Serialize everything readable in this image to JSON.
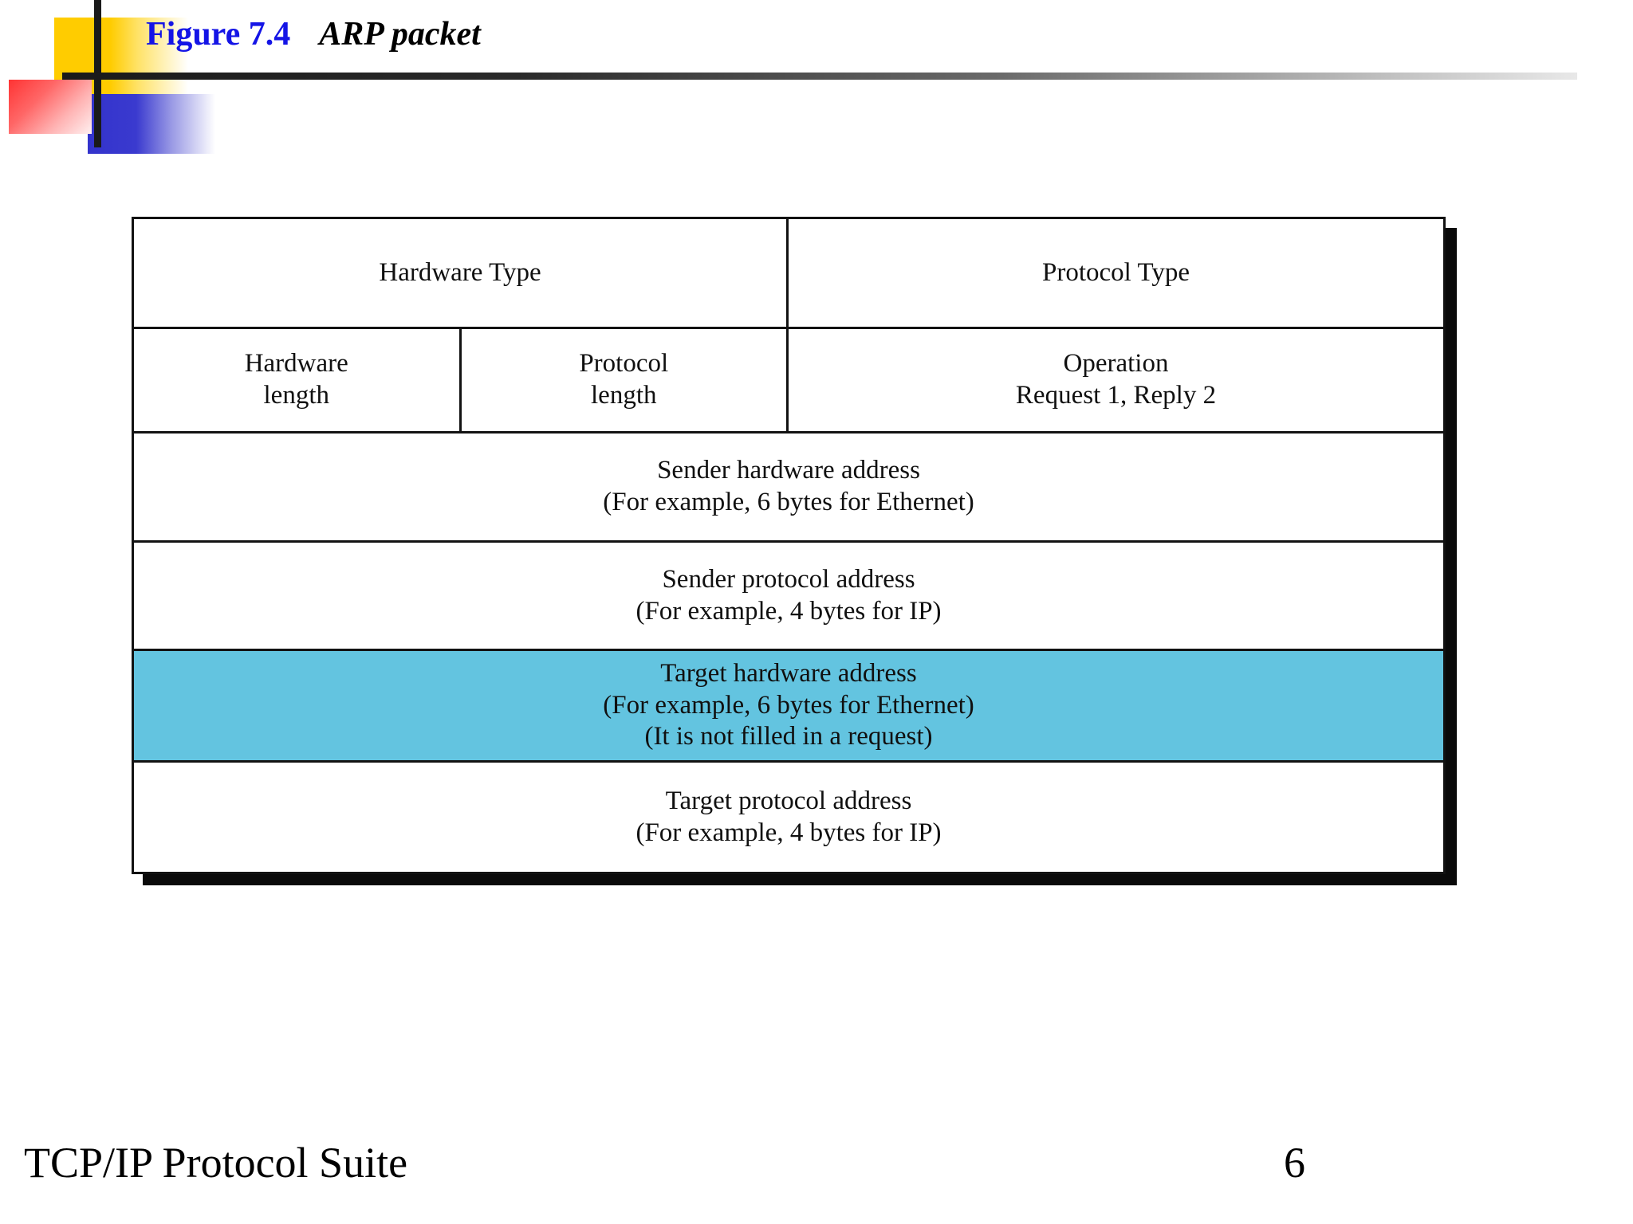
{
  "figure": {
    "label": "Figure 7.4",
    "name": "ARP packet",
    "label_color": "#1414E6"
  },
  "ornament": {
    "yellow_icon": "yellow-square",
    "blue_icon": "blue-square",
    "red_icon": "red-square",
    "vertical_rule_icon": "vertical-rule",
    "horizontal_rule_icon": "horizontal-rule",
    "colors": {
      "yellow": "#FFCC00",
      "blue": "#3333CC",
      "red": "#FF3333",
      "rule": "#1a1a1a"
    }
  },
  "packet": {
    "highlight_color": "#63C4E0",
    "border_color": "#121212",
    "rows": [
      {
        "id": "row-type",
        "highlighted": false,
        "cells": [
          {
            "name": "hardware-type-cell",
            "lines": [
              "Hardware Type"
            ],
            "width": "half"
          },
          {
            "name": "protocol-type-cell",
            "lines": [
              "Protocol Type"
            ],
            "width": "half"
          }
        ]
      },
      {
        "id": "row-length-operation",
        "highlighted": false,
        "cells": [
          {
            "name": "hardware-length-cell",
            "lines": [
              "Hardware",
              "length"
            ],
            "width": "quarter"
          },
          {
            "name": "protocol-length-cell",
            "lines": [
              "Protocol",
              "length"
            ],
            "width": "quarter"
          },
          {
            "name": "operation-cell",
            "lines": [
              "Operation",
              "Request 1, Reply 2"
            ],
            "width": "half"
          }
        ]
      },
      {
        "id": "row-sender-hardware-address",
        "highlighted": false,
        "cells": [
          {
            "name": "sender-hardware-address-cell",
            "lines": [
              "Sender hardware address",
              "(For example, 6 bytes for Ethernet)"
            ],
            "width": "full"
          }
        ]
      },
      {
        "id": "row-sender-protocol-address",
        "highlighted": false,
        "cells": [
          {
            "name": "sender-protocol-address-cell",
            "lines": [
              "Sender protocol address",
              "(For example, 4 bytes for IP)"
            ],
            "width": "full"
          }
        ]
      },
      {
        "id": "row-target-hardware-address",
        "highlighted": true,
        "cells": [
          {
            "name": "target-hardware-address-cell",
            "lines": [
              "Target hardware address",
              "(For example, 6 bytes for Ethernet)",
              "(It is not filled in a request)"
            ],
            "width": "full"
          }
        ]
      },
      {
        "id": "row-target-protocol-address",
        "highlighted": false,
        "cells": [
          {
            "name": "target-protocol-address-cell",
            "lines": [
              "Target protocol address",
              "(For example, 4 bytes for IP)"
            ],
            "width": "full"
          }
        ]
      }
    ]
  },
  "footer": {
    "title": "TCP/IP Protocol Suite",
    "page_number": "6"
  }
}
